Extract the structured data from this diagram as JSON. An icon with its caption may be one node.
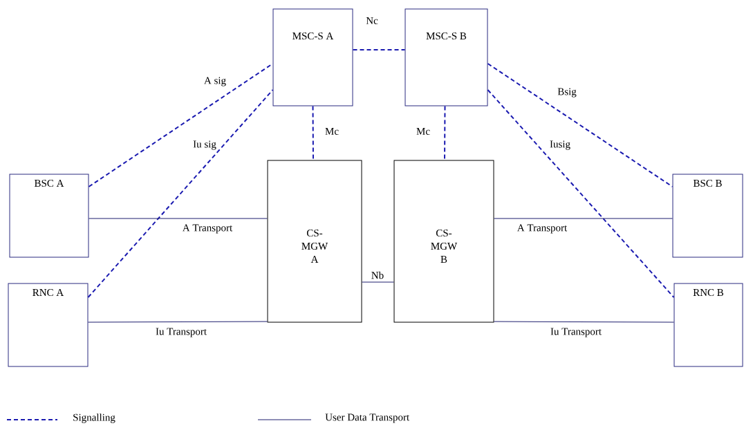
{
  "diagram": {
    "nodes": [
      {
        "text": [
          "MSC-S A"
        ]
      },
      {
        "text": [
          "MSC-S B"
        ]
      },
      {
        "text": [
          "BSC A"
        ]
      },
      {
        "text": [
          "CS- MGW A"
        ]
      },
      {
        "text": [
          "CS- MGW B"
        ]
      },
      {
        "text": [
          "BSC B"
        ]
      },
      {
        "text": [
          "RNC A"
        ]
      },
      {
        "text": [
          "RNC B"
        ]
      }
    ],
    "edges": [
      {
        "from": 0,
        "to": 1,
        "arrow": "none",
        "label": "Nc",
        "style": "dashed",
        "color": "#1a1ab0"
      },
      {
        "from": 2,
        "to": 0,
        "arrow": "none",
        "label": "A sig",
        "style": "dashed",
        "color": "#1a1ab0"
      },
      {
        "from": 6,
        "to": 0,
        "arrow": "none",
        "label": "Iu sig",
        "style": "dashed",
        "color": "#1a1ab0"
      },
      {
        "from": 0,
        "to": 3,
        "arrow": "none",
        "label": "Mc",
        "style": "dashed",
        "color": "#1a1ab0"
      },
      {
        "from": 1,
        "to": 4,
        "arrow": "none",
        "label": "Mc",
        "style": "dashed",
        "color": "#1a1ab0"
      },
      {
        "from": 1,
        "to": 5,
        "arrow": "none",
        "label": "Bsig",
        "style": "dashed",
        "color": "#1a1ab0"
      },
      {
        "from": 1,
        "to": 7,
        "arrow": "none",
        "label": "Iusig",
        "style": "dashed",
        "color": "#1a1ab0"
      },
      {
        "from": 2,
        "to": 3,
        "arrow": "none",
        "label": "A Transport"
      },
      {
        "from": 3,
        "to": 4,
        "arrow": "none",
        "label": "Nb"
      },
      {
        "from": 4,
        "to": 5,
        "arrow": "none",
        "label": "A Transport"
      },
      {
        "from": 6,
        "to": 3,
        "arrow": "none",
        "label": "Iu Transport"
      },
      {
        "from": 4,
        "to": 7,
        "arrow": "none",
        "label": "Iu Transport"
      }
    ],
    "legend": [
      {
        "text": "Signalling"
      },
      {
        "text": "User Data Transport"
      }
    ]
  }
}
